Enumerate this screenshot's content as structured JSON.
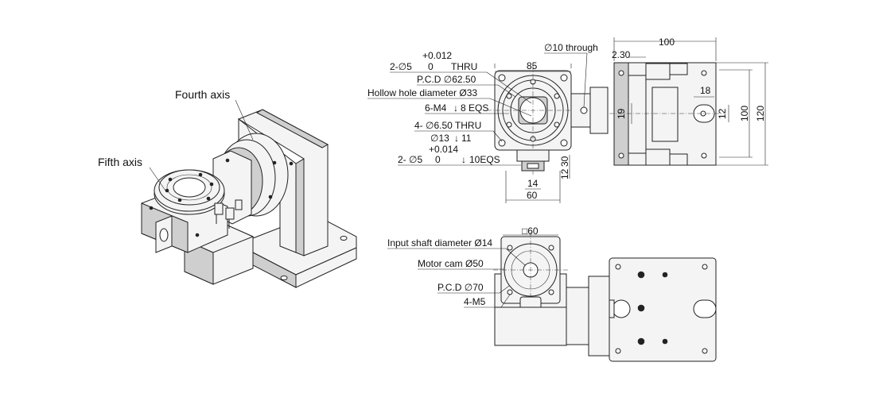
{
  "iso_view": {
    "fourth_axis_label": "Fourth axis",
    "fifth_axis_label": "Fifth axis"
  },
  "front_view": {
    "thru_holes_1": "2-∅5",
    "thru_holes_1_tol_upper": "+0.012",
    "thru_holes_1_tol_lower": "0",
    "thru_holes_1_type": "THRU",
    "pcd": "P.C.D ∅62.50",
    "hollow_hole": "Hollow hole diameter Ø33",
    "tapped_holes": "6-M4",
    "tapped_depth": "8 EQS",
    "thru_holes_2": "4- ∅6.50 THRU",
    "counterbore": "∅13",
    "counterbore_depth": "11",
    "thru_holes_3": "2- ∅5",
    "thru_holes_3_tol_upper": "+0.014",
    "thru_holes_3_tol_lower": "0",
    "thru_holes_3_depth": "10EQS",
    "through_hole": "∅10 through",
    "dim_width": "85",
    "dim_bottom_width": "60",
    "dim_bottom_small": "14",
    "dim_height_30": "30",
    "dim_height_12": "12"
  },
  "side_view": {
    "dim_100_top": "100",
    "dim_2_30": "2.30",
    "dim_18": "18",
    "dim_19": "19",
    "dim_12": "12",
    "dim_100_vertical": "100",
    "dim_120_vertical": "120"
  },
  "bottom_view": {
    "square_size": "□60",
    "input_shaft": "Input shaft diameter Ø14",
    "motor_cam": "Motor cam Ø50",
    "pcd": "P.C.D ∅70",
    "tapped": "4-M5"
  }
}
